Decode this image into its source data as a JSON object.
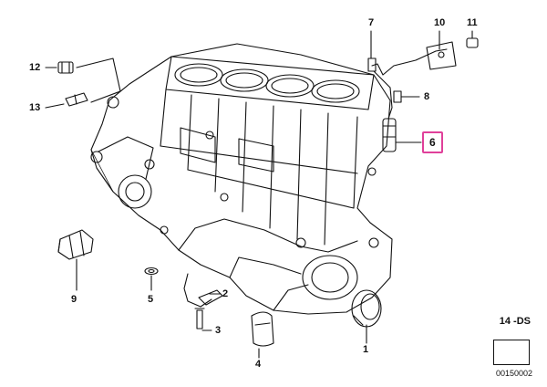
{
  "diagram": {
    "part_labels": {
      "p1": "1",
      "p2": "2",
      "p3": "3",
      "p4": "4",
      "p5": "5",
      "p6": "6",
      "p7": "7",
      "p8": "8",
      "p9": "9",
      "p10": "10",
      "p11": "11",
      "p12": "12",
      "p13": "13"
    },
    "highlighted_part": "6",
    "highlight_color": "#e0409a",
    "code_label": "14 -DS",
    "document_id": "00150002"
  }
}
